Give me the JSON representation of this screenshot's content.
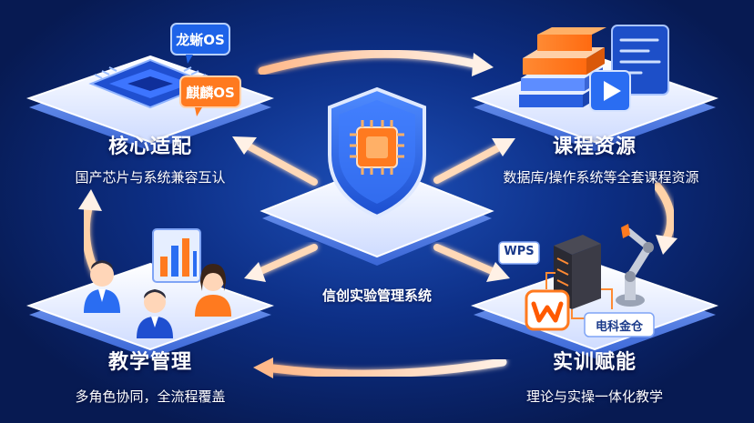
{
  "center": {
    "label": "信创实验管理系统"
  },
  "modules": [
    {
      "title": "核心适配",
      "subtitle": "国产芯片与系统兼容互认"
    },
    {
      "title": "课程资源",
      "subtitle": "数据库/操作系统等全套课程资源"
    },
    {
      "title": "实训赋能",
      "subtitle": "理论与实操一体化教学"
    },
    {
      "title": "教学管理",
      "subtitle": "多角色协同，全流程覆盖"
    }
  ],
  "badges": {
    "longxin": "龙蜥OS",
    "qilin": "麒麟OS",
    "wps": "WPS",
    "dianke": "电科金仓"
  },
  "colors": {
    "background": "#0d2f86",
    "platform": "#e6eeff",
    "arrow": "#ffd2a8",
    "accent_orange": "#ff7a1f",
    "shield_blue": "#2a6df2"
  }
}
